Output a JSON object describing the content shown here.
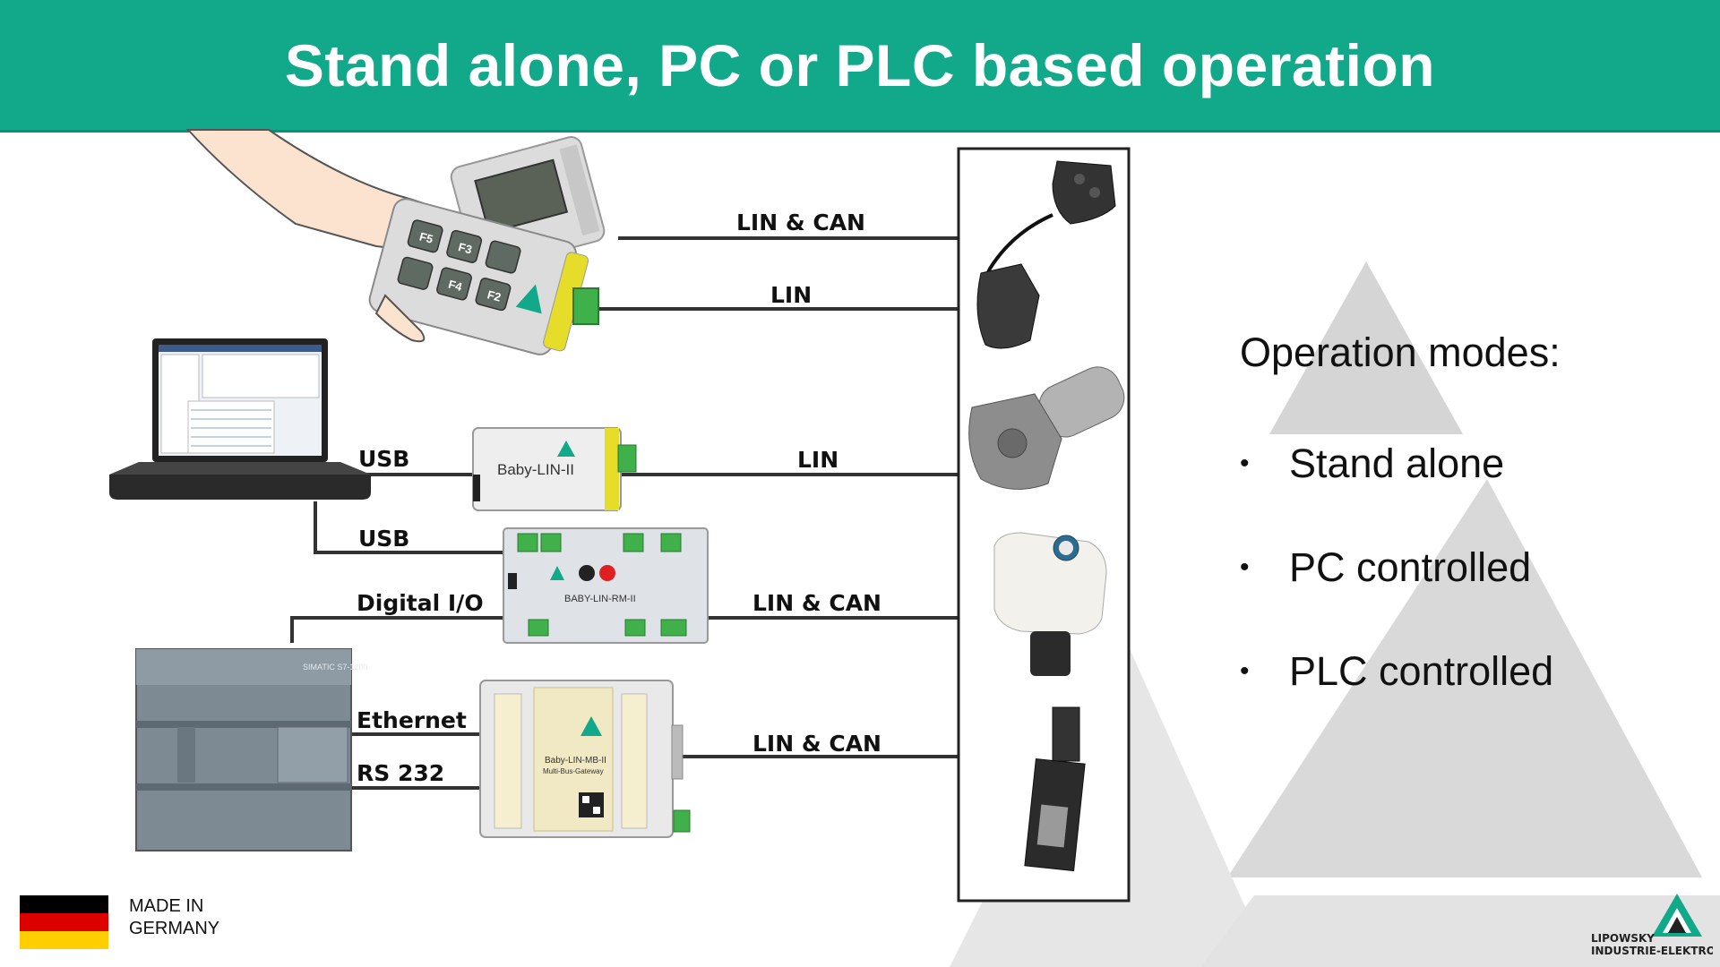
{
  "title": "Stand alone, PC or PLC based operation",
  "diagram": {
    "connections": {
      "handheld_lin_can": "LIN & CAN",
      "handheld_lin": "LIN",
      "pc_usb_1": "USB",
      "babylin_lin": "LIN",
      "pc_usb_2": "USB",
      "digital_io": "Digital I/O",
      "rm_lin_can": "LIN & CAN",
      "ethernet": "Ethernet",
      "rs232": "RS 232",
      "mb_lin_can": "LIN & CAN"
    },
    "devices": {
      "handheld_keys": [
        "F5",
        "F3",
        "F4",
        "F2"
      ],
      "babylin_label": "Baby-LIN-II",
      "rm_label": "BABY-LIN-RM-II",
      "mb_label": "Baby-LIN-MB-II",
      "mb_sublabel": "Multi-Bus-Gateway",
      "plc_label": "SIMATIC S7-1200"
    }
  },
  "operation_modes": {
    "title": "Operation modes:",
    "items": [
      "Stand alone",
      "PC controlled",
      "PLC controlled"
    ]
  },
  "footer": {
    "made_in_line1": "MADE IN",
    "made_in_line2": "GERMANY",
    "logo_line1": "LIPOWSKY",
    "logo_line2": "INDUSTRIE-ELEKTRONIK"
  },
  "colors": {
    "header": "#11a98a",
    "accent_yellow": "#e6dd2a",
    "connector_green": "#3fb04a",
    "flag_black": "#000000",
    "flag_red": "#dd0000",
    "flag_gold": "#ffce00"
  }
}
